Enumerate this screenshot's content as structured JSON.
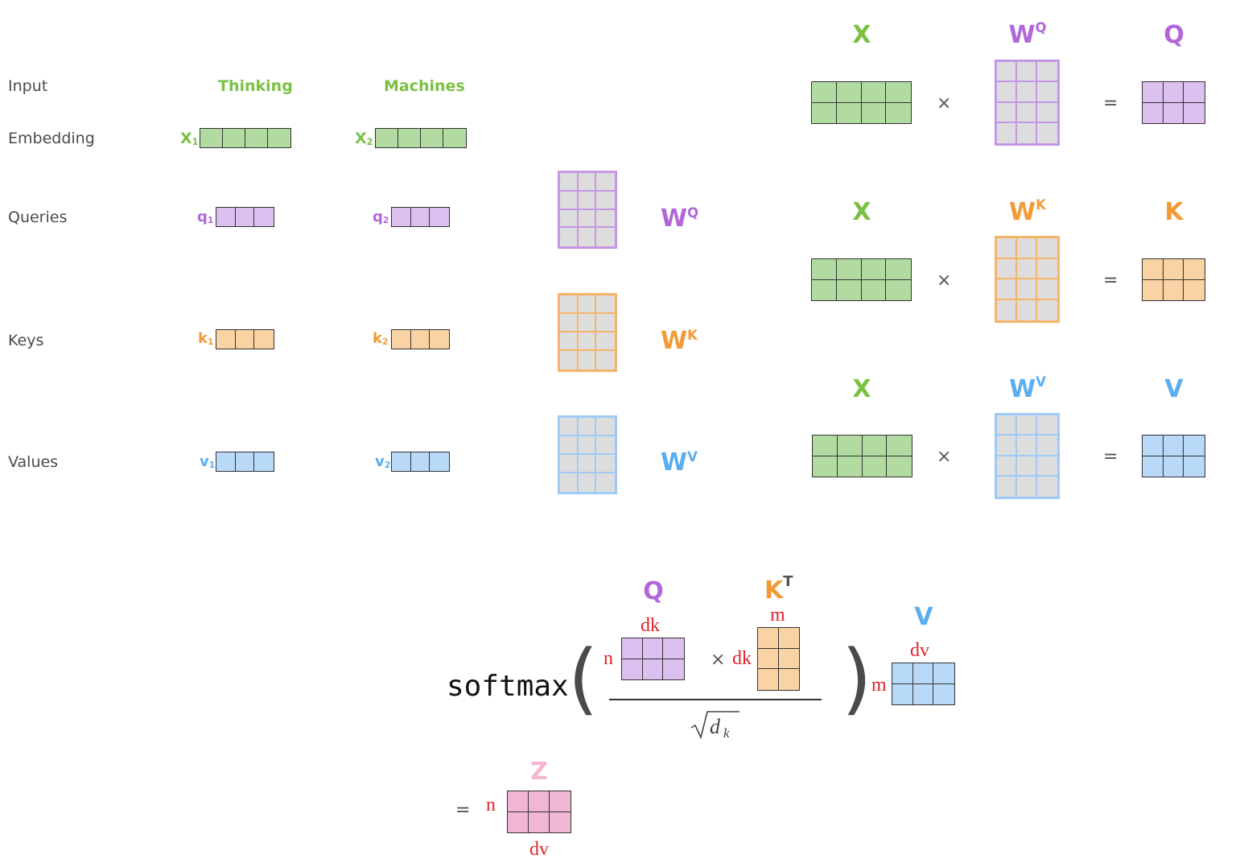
{
  "rows": {
    "input": "Input",
    "embedding": "Embedding",
    "queries": "Queries",
    "keys": "Keys",
    "values": "Values"
  },
  "words": [
    "Thinking",
    "Machines"
  ],
  "vectors": {
    "x1": "X",
    "x1_sub": "1",
    "x2": "X",
    "x2_sub": "2",
    "q1": "q",
    "q1_sub": "1",
    "q2": "q",
    "q2_sub": "2",
    "k1": "k",
    "k1_sub": "1",
    "k2": "k",
    "k2_sub": "2",
    "v1": "v",
    "v1_sub": "1",
    "v2": "v",
    "v2_sub": "2"
  },
  "weights": {
    "w": "W",
    "q_sup": "Q",
    "k_sup": "K",
    "v_sup": "V"
  },
  "equations": {
    "x": "X",
    "times": "×",
    "equals": "=",
    "q": "Q",
    "k": "K",
    "v": "V"
  },
  "formula": {
    "softmax": "softmax",
    "open_paren": "(",
    "close_paren": ")",
    "q": "Q",
    "k": "K",
    "k_sup": "T",
    "v": "V",
    "z": "Z",
    "times": "×",
    "equals": "=",
    "dk": "dk",
    "n": "n",
    "m": "m",
    "dv": "dv",
    "sqrt_d": "d",
    "sqrt_k": "k"
  },
  "colors": {
    "green_text": "#7ac143",
    "green_fill": "#b2dba1",
    "purple_text": "#b267d9",
    "purple_fill": "#dcc0f0",
    "orange_text": "#f29a36",
    "orange_fill": "#fad3a5",
    "blue_text": "#5aaef0",
    "blue_fill": "#b9d9f9",
    "pink_text": "#f4b6d2",
    "pink_fill": "#f2b6d5",
    "weight_fill": "#dddddd",
    "red": "#e0242b"
  }
}
